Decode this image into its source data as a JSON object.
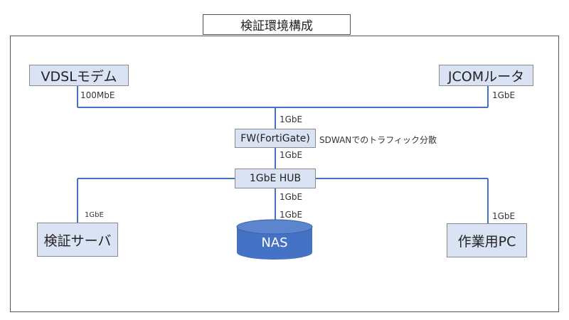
{
  "title": "検証環境構成",
  "nodes": {
    "vdsl_modem": "VDSLモデム",
    "jcom_router": "JCOMルータ",
    "firewall": "FW(FortiGate)",
    "hub": "1GbE HUB",
    "server": "検証サーバ",
    "nas": "NAS",
    "work_pc": "作業用PC"
  },
  "link_labels": {
    "vdsl_speed": "100MbE",
    "jcom_speed": "1GbE",
    "fw_upper": "1GbE",
    "fw_lower": "1GbE",
    "hub_nas_upper": "1GbE",
    "hub_nas_lower": "1GbE",
    "server_speed": "1GbE",
    "pc_speed": "1GbE"
  },
  "annotations": {
    "fw_note": "SDWANでのトラフィック分散"
  },
  "colors": {
    "line": "#4472c4",
    "node_fill": "#dae3f3",
    "nas_fill": "#4472c4",
    "nas_top": "#5b86cf"
  }
}
